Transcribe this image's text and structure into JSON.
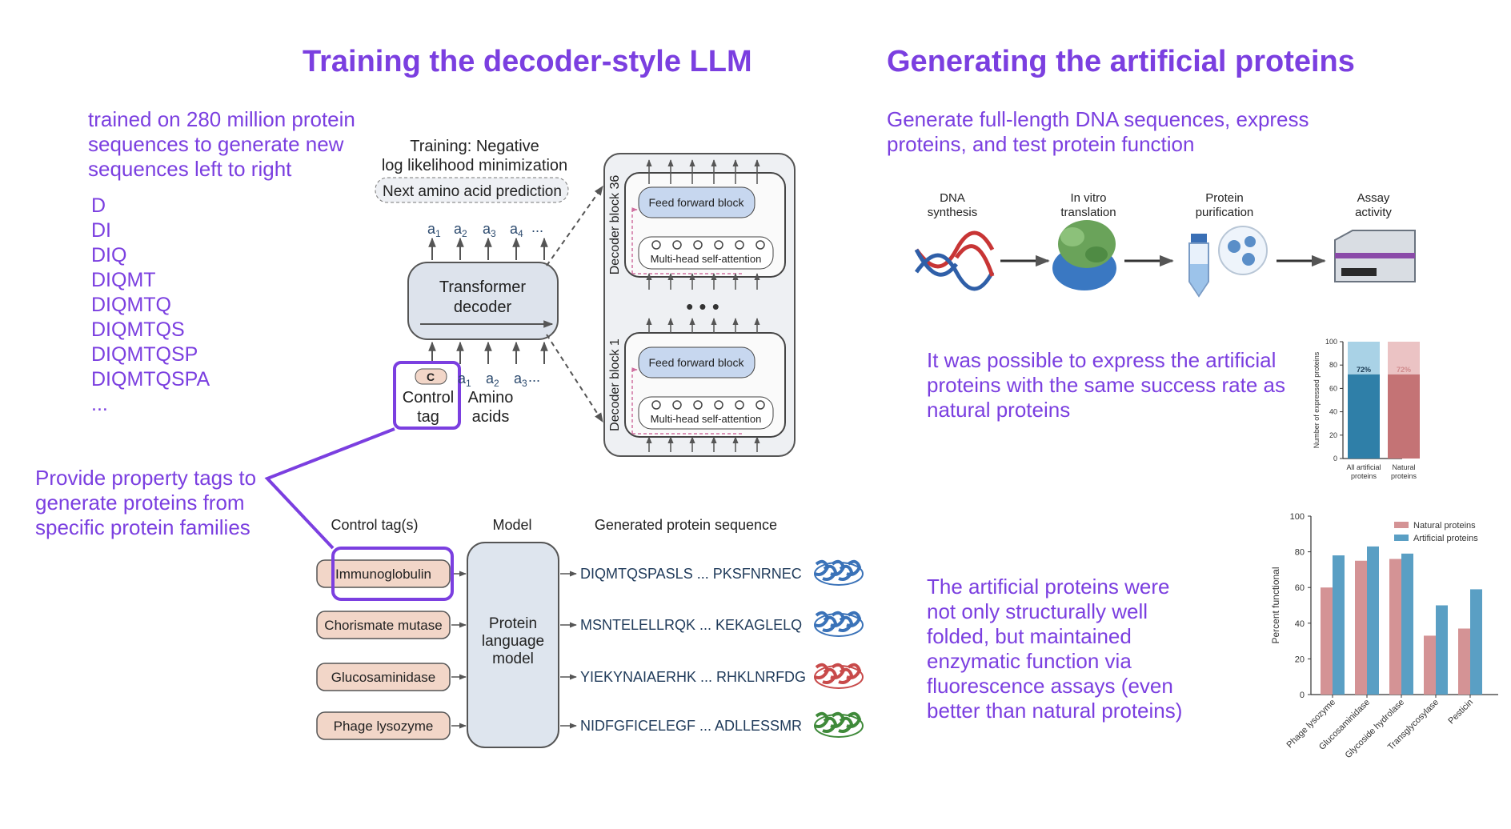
{
  "left": {
    "heading": "Training the decoder-style LLM",
    "intro": "trained on 280 million protein sequences to generate new sequences left to right",
    "sequences": [
      "D",
      "DI",
      "DIQ",
      "DIQMT",
      "DIQMTQ",
      "DIQMTQS",
      "DIQMTQSP",
      "DIQMTQSPA",
      "..."
    ],
    "tags_note": "Provide property tags to generate proteins from specific protein families",
    "training_label": "Training: Negative log likelihood minimization",
    "next_aa": "Next amino acid prediction",
    "outputs": [
      "a1",
      "a2",
      "a3",
      "a4",
      "..."
    ],
    "transformer": "Transformer decoder",
    "c_tag": "C",
    "control_tag": "Control tag",
    "amino_acids": "Amino acids",
    "inputs": [
      "a1",
      "a2",
      "a3",
      "..."
    ],
    "block_top": "Decoder block 36",
    "block_bottom": "Decoder block 1",
    "ffb": "Feed forward block",
    "mhsa": "Multi-head self-attention",
    "dots": "• • •",
    "col_tags": "Control tag(s)",
    "col_model": "Model",
    "col_seq": "Generated protein sequence",
    "model_label": "Protein language model",
    "rows": [
      {
        "tag": "Immunoglobulin",
        "seq": "DIQMTQSPASLS ... PKSFNRNEC",
        "color": "#3a72b8"
      },
      {
        "tag": "Chorismate mutase",
        "seq": "MSNTELELLRQK ... KEKAGLELQ",
        "color": "#3a72b8"
      },
      {
        "tag": "Glucosaminidase",
        "seq": "YIEKYNAIAERHK ... RHKLNRFDG",
        "color": "#c84a4a"
      },
      {
        "tag": "Phage lysozyme",
        "seq": "NIDFGFICELEGF ... ADLLESSMR",
        "color": "#3f8a3a"
      }
    ]
  },
  "right": {
    "heading": "Generating the artificial proteins",
    "intro": "Generate full-length DNA sequences, express proteins, and test protein function",
    "steps": [
      "DNA synthesis",
      "In vitro translation",
      "Protein purification",
      "Assay activity"
    ],
    "expr_note": "It was possible to express the artificial proteins with the same success rate as natural proteins",
    "func_note": "The artificial proteins were not only structurally well folded, but maintained enzymatic function via fluorescence assays (even better than natural proteins)"
  },
  "colors": {
    "accent": "#7b3fe0",
    "natural": "#d49395",
    "artificial": "#5a9fc4"
  },
  "chart_data": [
    {
      "type": "bar",
      "ylabel": "Number of expressed proteins",
      "ylim": [
        0,
        100
      ],
      "yticks": [
        0,
        20,
        40,
        60,
        80,
        100
      ],
      "categories": [
        "All artificial proteins",
        "Natural proteins"
      ],
      "values": [
        72,
        72
      ],
      "value_labels": [
        "72%",
        "72%"
      ]
    },
    {
      "type": "bar",
      "ylabel": "Percent functional",
      "ylim": [
        0,
        100
      ],
      "yticks": [
        0,
        20,
        40,
        60,
        80,
        100
      ],
      "legend": "top-right",
      "categories": [
        "Phage lysozyme",
        "Glucosaminidase",
        "Glycoside hydrolase",
        "Transglycosylase",
        "Pesticin"
      ],
      "series": [
        {
          "name": "Natural proteins",
          "values": [
            60,
            75,
            76,
            33,
            37
          ]
        },
        {
          "name": "Artificial proteins",
          "values": [
            78,
            83,
            79,
            50,
            59
          ]
        }
      ]
    }
  ]
}
